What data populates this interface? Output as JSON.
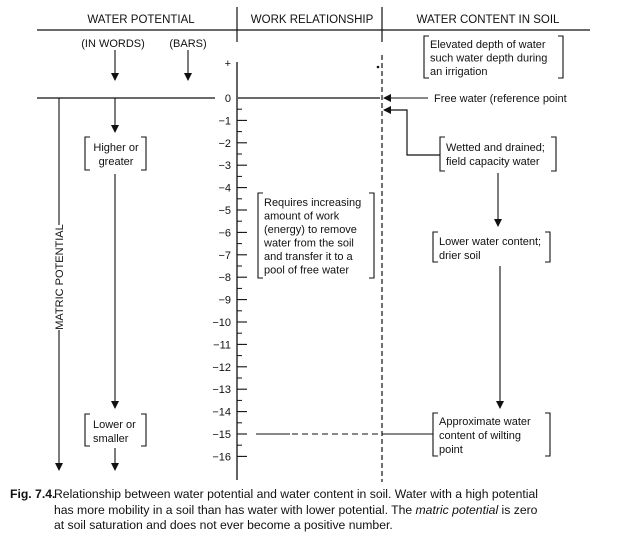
{
  "headers": {
    "water_potential": "WATER POTENTIAL",
    "work_relationship": "WORK RELATIONSHIP",
    "water_content": "WATER CONTENT IN SOIL"
  },
  "subheaders": {
    "in_words": "(IN WORDS)",
    "bars": "(BARS)"
  },
  "axis": {
    "unit": "bars",
    "plus_label": "+",
    "range": [
      0,
      -16
    ],
    "tick_labels": [
      "0",
      "−1",
      "−2",
      "−3",
      "−4",
      "−5",
      "−6",
      "−7",
      "−8",
      "−9",
      "−10",
      "−11",
      "−12",
      "−13",
      "−14",
      "−15",
      "−16"
    ]
  },
  "matric_label": "MATRIC POTENTIAL",
  "words": {
    "higher": [
      "Higher or",
      "greater"
    ],
    "lower": [
      "Lower or",
      "smaller"
    ]
  },
  "work_box": [
    "Requires increasing",
    "amount of work",
    "(energy) to remove",
    "water from the soil",
    "and transfer it to a",
    "pool of free water"
  ],
  "content": {
    "elevated": [
      "Elevated depth of water",
      "such water depth during",
      "an irrigation"
    ],
    "free_water": "Free water (reference point",
    "field_capacity": [
      "Wetted and drained;",
      "field capacity water"
    ],
    "lower_content": [
      "Lower water content;",
      "drier soil"
    ],
    "wilting": [
      "Approximate water",
      "content of wilting",
      "point"
    ]
  },
  "markers": {
    "free_water_value": 0,
    "field_capacity_value": -0.33,
    "wilting_point_value": -15
  },
  "caption": {
    "label": "Fig. 7.4.",
    "line1": "Relationship between water potential and water content in soil. Water with a high potential",
    "line2_a": "has more mobility in a soil than has water with lower potential. The ",
    "line2_em": "matric potential",
    "line2_b": " is zero",
    "line3": "at soil saturation and does not ever become a positive number."
  }
}
